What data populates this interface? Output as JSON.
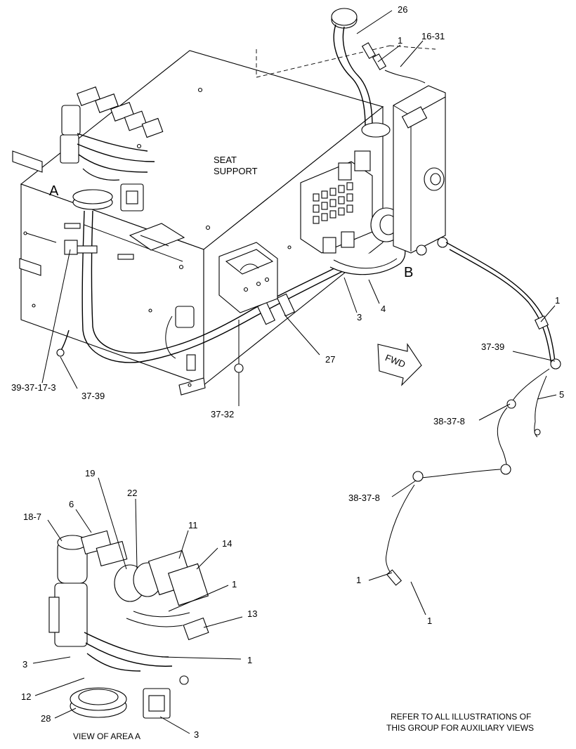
{
  "diagram": {
    "main_view": {
      "part_label": "SEAT\nSUPPORT",
      "direction_arrow": "FWD",
      "view_markers": [
        "A",
        "B"
      ],
      "callouts": [
        "26",
        "1",
        "16-31",
        "1",
        "37-39",
        "5",
        "38-37-8",
        "38-37-8",
        "1",
        "1",
        "3",
        "4",
        "27",
        "37-32",
        "37-39",
        "39-37-17-3"
      ]
    },
    "detail_view": {
      "caption": "VIEW OF AREA  A",
      "callouts": [
        "19",
        "22",
        "6",
        "18-7",
        "11",
        "14",
        "1",
        "13",
        "1",
        "3",
        "12",
        "28",
        "3"
      ]
    },
    "note": "REFER TO ALL ILLUSTRATIONS OF\nTHIS GROUP FOR AUXILIARY VIEWS"
  }
}
